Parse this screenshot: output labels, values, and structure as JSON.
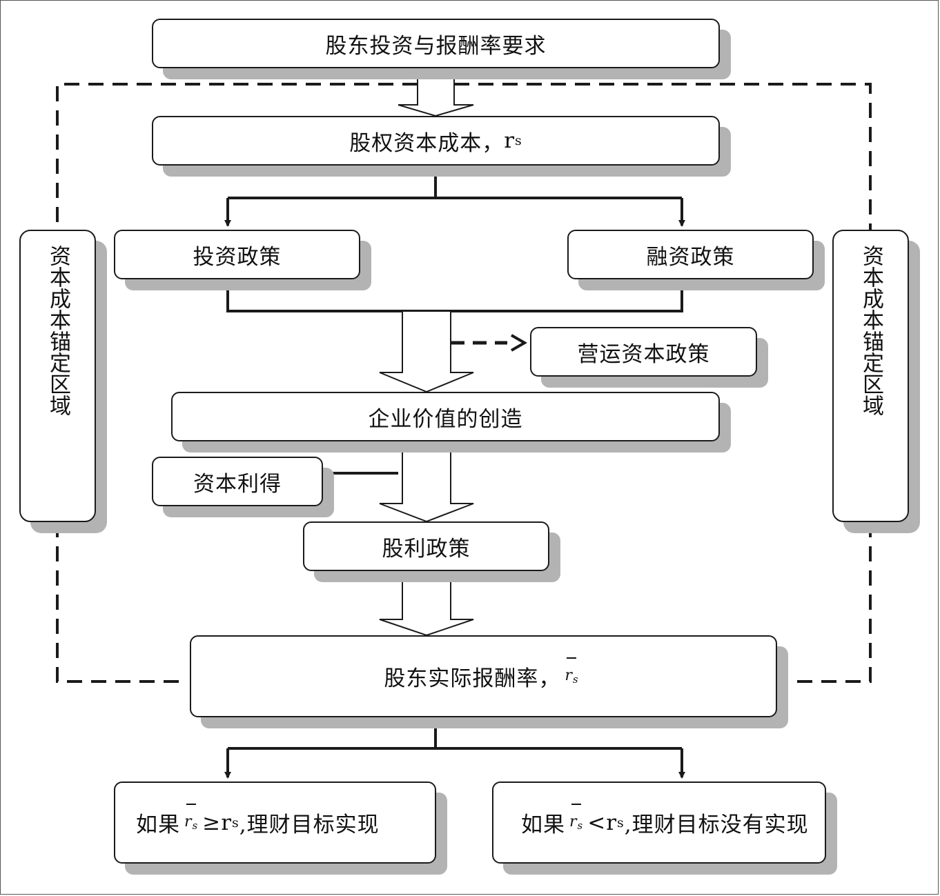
{
  "boxes": {
    "shareholder_requirement": "股东投资与报酬率要求",
    "equity_cost": {
      "label": "股权资本成本，",
      "symbol": "r",
      "symbol_sub": "s"
    },
    "investment_policy": "投资政策",
    "financing_policy": "融资政策",
    "working_capital_policy": "营运资本政策",
    "value_creation": "企业价值的创造",
    "capital_gain": "资本利得",
    "dividend_policy": "股利政策",
    "actual_return": {
      "label": "股东实际报酬率，",
      "symbol": "r",
      "symbol_sub": "s"
    },
    "outcome_achieved": {
      "prefix": "如果",
      "symbol": "r",
      "symbol_sub": "s",
      "relation": "≥r",
      "relation_sub": "s",
      "suffix": ",理财目标实现"
    },
    "outcome_not_achieved": {
      "prefix": "如果",
      "symbol": "r",
      "symbol_sub": "s",
      "relation": "<r",
      "relation_sub": "s",
      "suffix": ",理财目标没有实现"
    }
  },
  "side_labels": {
    "left": "资本成本锚定区域",
    "right": "资本成本锚定区域"
  },
  "colors": {
    "line": "#1a1a1a",
    "shadow": "#b3b3b3",
    "background": "#ffffff"
  }
}
